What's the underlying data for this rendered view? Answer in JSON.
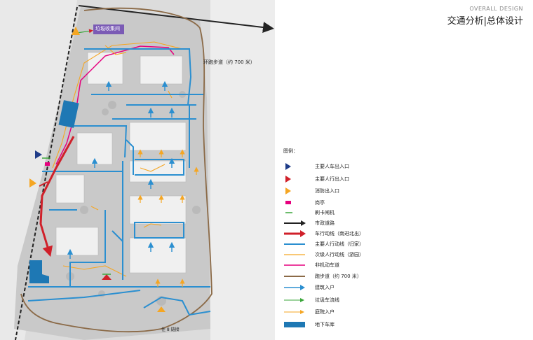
{
  "header": {
    "subtitle_en": "OVERALL DESIGN",
    "title_cn": "交通分析|总体设计"
  },
  "map": {
    "label_garbage_station": "垃圾收集间",
    "label_loop_walkway": "环跑步道（约 700 米）",
    "label_bottom": "住 8 链接"
  },
  "legend": {
    "title": "图例：",
    "items": [
      {
        "label": "主要人车出入口",
        "icon": "navy-triangle-icon",
        "color": "#1f3c88"
      },
      {
        "label": "主要人行出入口",
        "icon": "red-triangle-icon",
        "color": "#d0202a"
      },
      {
        "label": "消防出入口",
        "icon": "orange-triangle-icon",
        "color": "#f5a623"
      },
      {
        "label": "岗亭",
        "icon": "magenta-block-icon",
        "color": "#e6007e"
      },
      {
        "label": "刷卡闸机",
        "icon": "green-dash-icon",
        "color": "#3aa63a"
      },
      {
        "label": "市政道路",
        "icon": "black-arrow-icon",
        "color": "#222222"
      },
      {
        "label": "车行动线（南进北出）",
        "icon": "red-arrow-icon",
        "color": "#d0202a"
      },
      {
        "label": "主要人行动线（归家）",
        "icon": "blue-line-icon",
        "color": "#2b8fd0"
      },
      {
        "label": "次级人行动线（游园）",
        "icon": "orange-line-icon",
        "color": "#f5a623"
      },
      {
        "label": "非机动车道",
        "icon": "magenta-line-icon",
        "color": "#e6007e"
      },
      {
        "label": "跑步道（约 700 米）",
        "icon": "brown-line-icon",
        "color": "#8b6a47"
      },
      {
        "label": "建筑入户",
        "icon": "blue-arrow-icon",
        "color": "#2b8fd0"
      },
      {
        "label": "垃圾车流线",
        "icon": "green-arrow-icon",
        "color": "#3aa63a"
      },
      {
        "label": "庭院入户",
        "icon": "orange-arrow-icon",
        "color": "#f5a623"
      },
      {
        "label": "地下车库",
        "icon": "blue-bar-icon",
        "color": "#1e78b4"
      }
    ]
  }
}
